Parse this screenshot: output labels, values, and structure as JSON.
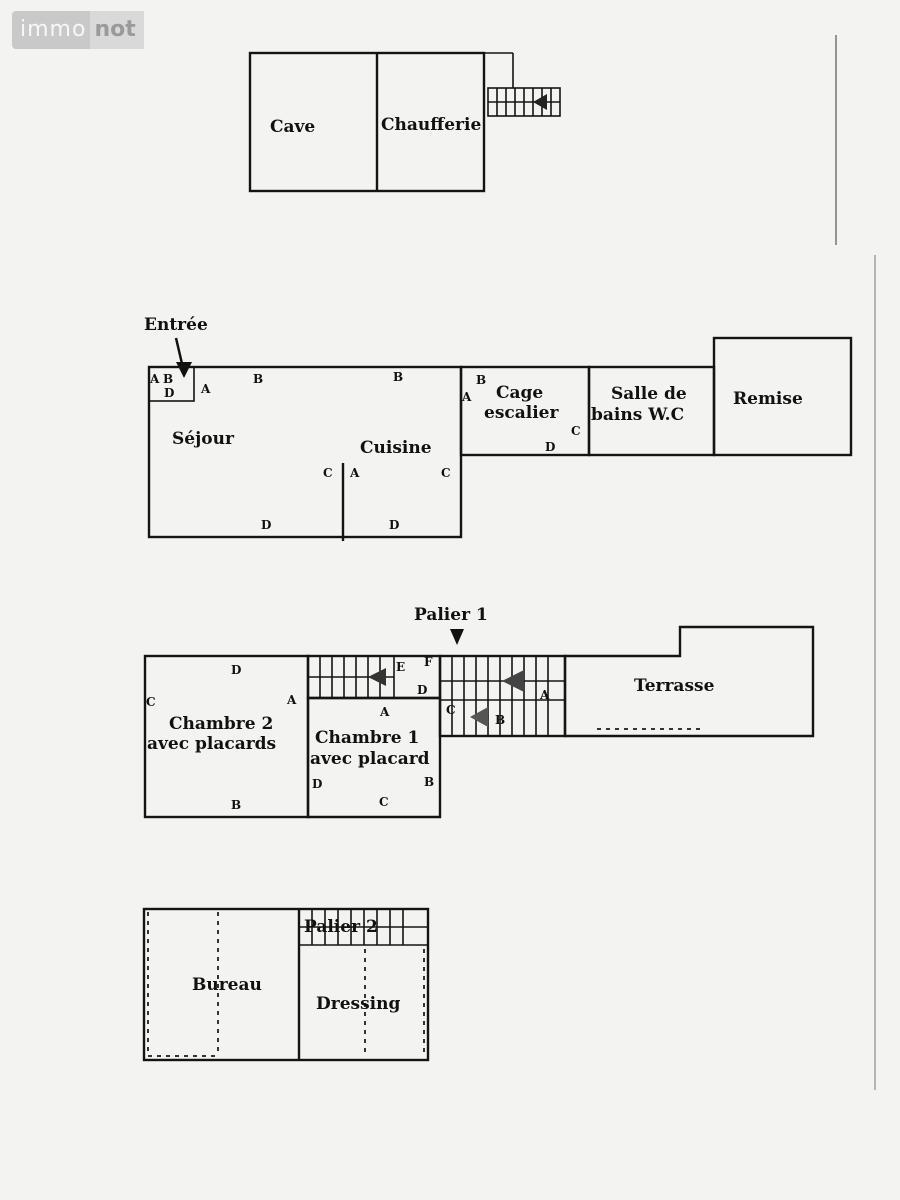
{
  "watermark": {
    "part1": "immo",
    "part2": "not"
  },
  "levels": {
    "basement": {
      "cave": "Cave",
      "chaufferie": "Chaufferie"
    },
    "ground": {
      "entree": "Entrée",
      "sejour": "Séjour",
      "cuisine": "Cuisine",
      "cage_line1": "Cage",
      "cage_line2": "escalier",
      "salle_line1": "Salle de",
      "salle_line2": "bains W.C",
      "remise": "Remise"
    },
    "first": {
      "palier1": "Palier 1",
      "chambre2_line1": "Chambre 2",
      "chambre2_line2": "avec placards",
      "chambre1_line1": "Chambre 1",
      "chambre1_line2": "avec placard",
      "terrasse": "Terrasse"
    },
    "attic": {
      "palier2": "Palier 2",
      "bureau": "Bureau",
      "dressing": "Dressing"
    }
  },
  "wall_marks": {
    "A": "A",
    "B": "B",
    "C": "C",
    "D": "D",
    "E": "E",
    "F": "F"
  }
}
